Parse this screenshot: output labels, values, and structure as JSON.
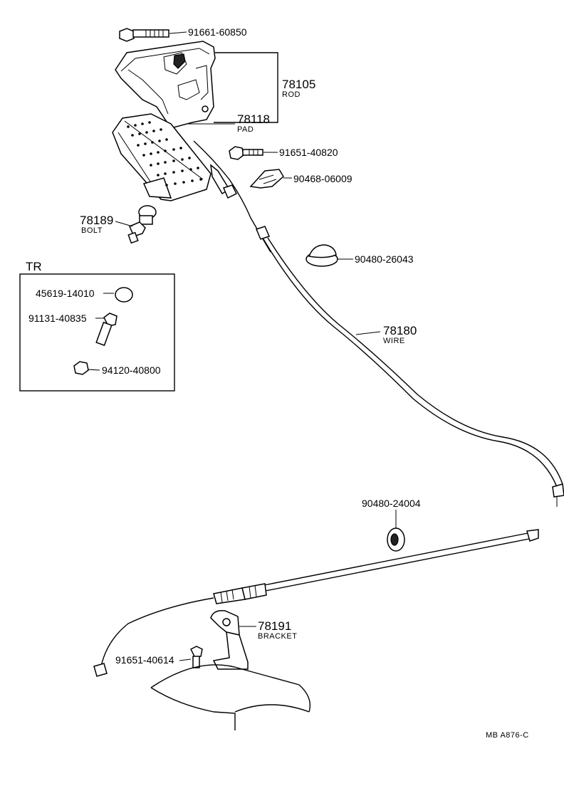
{
  "parts": {
    "p1": "91661-60850",
    "p2_num": "78105",
    "p2_name": "ROD",
    "p3_num": "78118",
    "p3_name": "PAD",
    "p4": "91651-40820",
    "p5": "90468-06009",
    "p6_num": "78189",
    "p6_name": "BOLT",
    "p7": "90480-26043",
    "p8_num": "78180",
    "p8_name": "WIRE",
    "p9": "90480-24004",
    "p10_num": "78191",
    "p10_name": "BRACKET",
    "p11": "91651-40614"
  },
  "tr_box": {
    "title": "TR",
    "p1": "45619-14010",
    "p2": "91131-40835",
    "p3": "94120-40800"
  },
  "footer_code": "MB  A876-C"
}
